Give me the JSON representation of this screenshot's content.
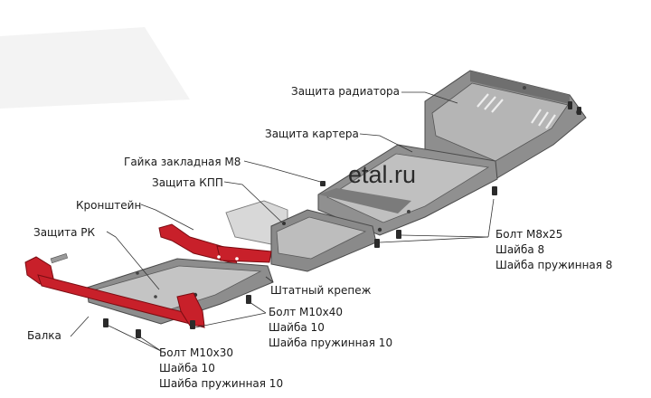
{
  "watermark": "etal.ru",
  "labels": {
    "radiator": "Защита радиатора",
    "carter": "Защита картера",
    "nut": "Гайка закладная М8",
    "kpp": "Защита КПП",
    "bracket": "Кронштейн",
    "rk": "Защита РК",
    "beam": "Балка",
    "standard_mount": "Штатный крепеж"
  },
  "fasteners": {
    "m8": [
      "Болт М8x25",
      "Шайба 8",
      "Шайба пружинная 8"
    ],
    "m10x40": [
      "Болт М10x40",
      "Шайба 10",
      "Шайба пружинная 10"
    ],
    "m10x30": [
      "Болт М10x30",
      "Шайба 10",
      "Шайба пружинная 10"
    ]
  },
  "colors": {
    "plate_fill": "#8c8c8c",
    "plate_dark": "#5f5f5f",
    "plate_light": "#c2c2c2",
    "bracket_red": "#c8202a",
    "bracket_dark": "#8e1016",
    "leader": "#333333"
  }
}
